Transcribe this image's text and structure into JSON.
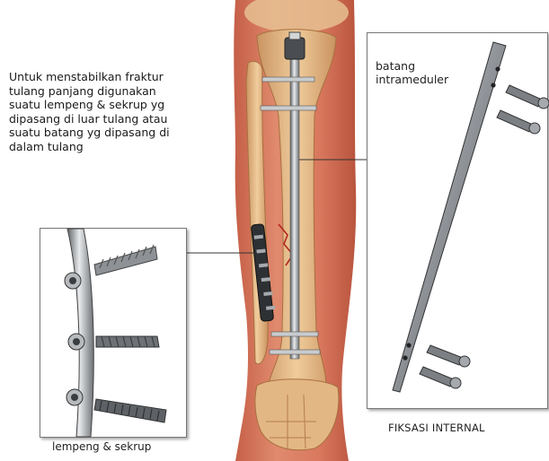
{
  "intro": {
    "line1": "Untuk menstabilkan fraktur",
    "line2": "tulang panjang digunakan",
    "line3": "suatu lempeng & sekrup yg",
    "line4": "dipasang di luar tulang atau",
    "line5": "suatu batang yg dipasang di",
    "line6": "dalam tulang"
  },
  "labels": {
    "rod_line1": "batang",
    "rod_line2": "intrameduler",
    "plate_caption": "lempeng & sekrup",
    "fixation_caption": "FIKSASI INTERNAL"
  },
  "colors": {
    "skin": "#d9785e",
    "bone": "#e2b483",
    "steel": "#9ea3a8",
    "fracture": "#b3261e"
  }
}
